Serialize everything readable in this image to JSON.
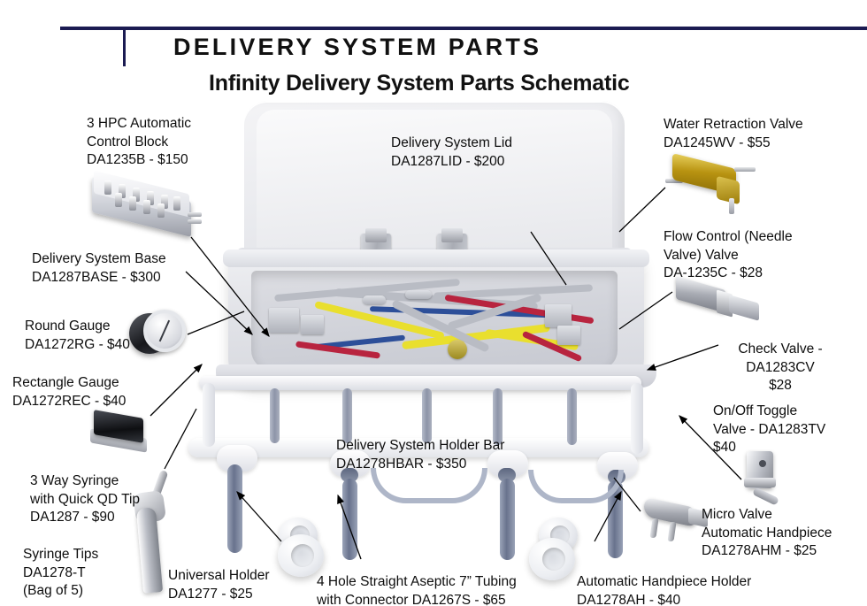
{
  "header": {
    "title": "DELIVERY SYSTEM PARTS",
    "subtitle": "Infinity Delivery System Parts Schematic",
    "accent_color": "#1b1b52"
  },
  "labels": [
    {
      "id": "hpc-control-block",
      "lines": [
        "3 HPC Automatic",
        "Control Block",
        "DA1235B - $150"
      ],
      "name": "3 HPC Automatic Control Block",
      "sku": "DA1235B",
      "price": "$150"
    },
    {
      "id": "delivery-system-base",
      "lines": [
        "Delivery System Base",
        "DA1287BASE - $300"
      ],
      "name": "Delivery System Base",
      "sku": "DA1287BASE",
      "price": "$300"
    },
    {
      "id": "round-gauge",
      "lines": [
        "Round Gauge",
        "DA1272RG - $40"
      ],
      "name": "Round Gauge",
      "sku": "DA1272RG",
      "price": "$40"
    },
    {
      "id": "rectangle-gauge",
      "lines": [
        "Rectangle Gauge",
        "DA1272REC - $40"
      ],
      "name": "Rectangle Gauge",
      "sku": "DA1272REC",
      "price": "$40"
    },
    {
      "id": "three-way-syringe",
      "lines": [
        "3 Way Syringe",
        "with Quick QD Tip",
        "DA1287 - $90"
      ],
      "name": "3 Way Syringe with Quick QD Tip",
      "sku": "DA1287",
      "price": "$90"
    },
    {
      "id": "syringe-tips",
      "lines": [
        "Syringe Tips",
        "DA1278-T",
        "(Bag of 5)"
      ],
      "name": "Syringe Tips",
      "sku": "DA1278-T",
      "price": ""
    },
    {
      "id": "universal-holder",
      "lines": [
        "Universal Holder",
        "DA1277 - $25"
      ],
      "name": "Universal Holder",
      "sku": "DA1277",
      "price": "$25"
    },
    {
      "id": "aseptic-tubing",
      "lines": [
        "4 Hole Straight Aseptic 7” Tubing",
        "with Connector DA1267S - $65"
      ],
      "name": "4 Hole Straight Aseptic 7” Tubing with Connector",
      "sku": "DA1267S",
      "price": "$65"
    },
    {
      "id": "delivery-system-lid",
      "lines": [
        "Delivery System Lid",
        "DA1287LID - $200"
      ],
      "name": "Delivery System Lid",
      "sku": "DA1287LID",
      "price": "$200"
    },
    {
      "id": "holder-bar",
      "lines": [
        "Delivery System Holder Bar",
        "DA1278HBAR - $350"
      ],
      "name": "Delivery System Holder Bar",
      "sku": "DA1278HBAR",
      "price": "$350"
    },
    {
      "id": "water-retraction-valve",
      "lines": [
        "Water Retraction Valve",
        "DA1245WV - $55"
      ],
      "name": "Water Retraction Valve",
      "sku": "DA1245WV",
      "price": "$55"
    },
    {
      "id": "flow-control-valve",
      "lines": [
        "Flow Control (Needle",
        "Valve) Valve",
        "DA-1235C - $28"
      ],
      "name": "Flow Control (Needle Valve) Valve",
      "sku": "DA-1235C",
      "price": "$28"
    },
    {
      "id": "check-valve",
      "lines": [
        "Check Valve -",
        "DA1283CV",
        "$28"
      ],
      "name": "Check Valve",
      "sku": "DA1283CV",
      "price": "$28"
    },
    {
      "id": "toggle-valve",
      "lines": [
        "On/Off Toggle",
        "Valve - DA1283TV",
        "$40"
      ],
      "name": "On/Off Toggle Valve",
      "sku": "DA1283TV",
      "price": "$40"
    },
    {
      "id": "micro-valve",
      "lines": [
        "Micro Valve",
        "Automatic Handpiece",
        "DA1278AHM - $25"
      ],
      "name": "Micro Valve Automatic Handpiece",
      "sku": "DA1278AHM",
      "price": "$25"
    },
    {
      "id": "automatic-handpiece-holder",
      "lines": [
        "Automatic Handpiece Holder",
        "DA1278AH - $40"
      ],
      "name": "Automatic Handpiece Holder",
      "sku": "DA1278AH",
      "price": "$40"
    }
  ],
  "photo_colors": {
    "tube_yellow": "#e9df2e",
    "tube_red": "#b8243f",
    "tube_blue": "#2d4f99",
    "tube_gray": "#b9bcc4",
    "brass": "#b89311",
    "housing_white": "#eeeff2"
  }
}
